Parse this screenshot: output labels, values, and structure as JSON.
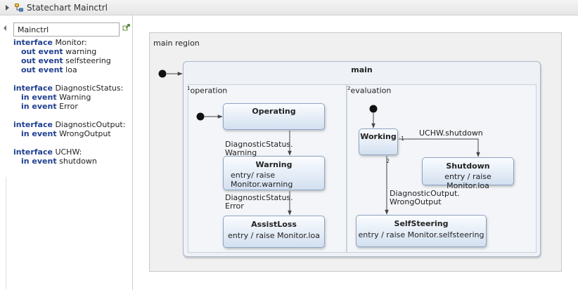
{
  "editor": {
    "title": "Statechart Mainctrl"
  },
  "left_panel": {
    "name_value": "Mainctrl",
    "interfaces": [
      {
        "keyword": "interface",
        "name": "Monitor:",
        "events": [
          {
            "kw": "out event",
            "name": "warning"
          },
          {
            "kw": "out event",
            "name": "selfsteering"
          },
          {
            "kw": "out event",
            "name": "loa"
          }
        ]
      },
      {
        "keyword": "interface",
        "name": "DiagnosticStatus:",
        "events": [
          {
            "kw": "in event",
            "name": "Warning"
          },
          {
            "kw": "in event",
            "name": "Error"
          }
        ]
      },
      {
        "keyword": "interface",
        "name": "DiagnosticOutput:",
        "events": [
          {
            "kw": "in event",
            "name": "WrongOutput"
          }
        ]
      },
      {
        "keyword": "interface",
        "name": "UCHW:",
        "events": [
          {
            "kw": "in event",
            "name": "shutdown"
          }
        ]
      }
    ]
  },
  "diagram": {
    "region_label": "main region",
    "composite_state": "main",
    "regions": [
      {
        "index": "1",
        "name": "operation"
      },
      {
        "index": "2",
        "name": "evaluation"
      }
    ],
    "states": {
      "operating": {
        "name": "Operating",
        "body": ""
      },
      "warning": {
        "name": "Warning",
        "body": "entry/ raise\nMonitor.warning"
      },
      "assistloss": {
        "name": "AssistLoss",
        "body": "entry / raise Monitor.loa"
      },
      "working": {
        "name": "Working",
        "body": ""
      },
      "shutdown": {
        "name": "Shutdown",
        "body": "entry / raise Monitor.loa"
      },
      "selfsteering": {
        "name": "SelfSteering",
        "body": "entry / raise Monitor.selfsteering"
      }
    },
    "transitions": {
      "t_warning": "DiagnosticStatus.\nWarning",
      "t_error": "DiagnosticStatus.\nError",
      "t_shutdown": "UCHW.shutdown",
      "t_wrongoutput": "DiagnosticOutput.\nWrongOutput",
      "prio_1": "1",
      "prio_2": "2"
    }
  }
}
